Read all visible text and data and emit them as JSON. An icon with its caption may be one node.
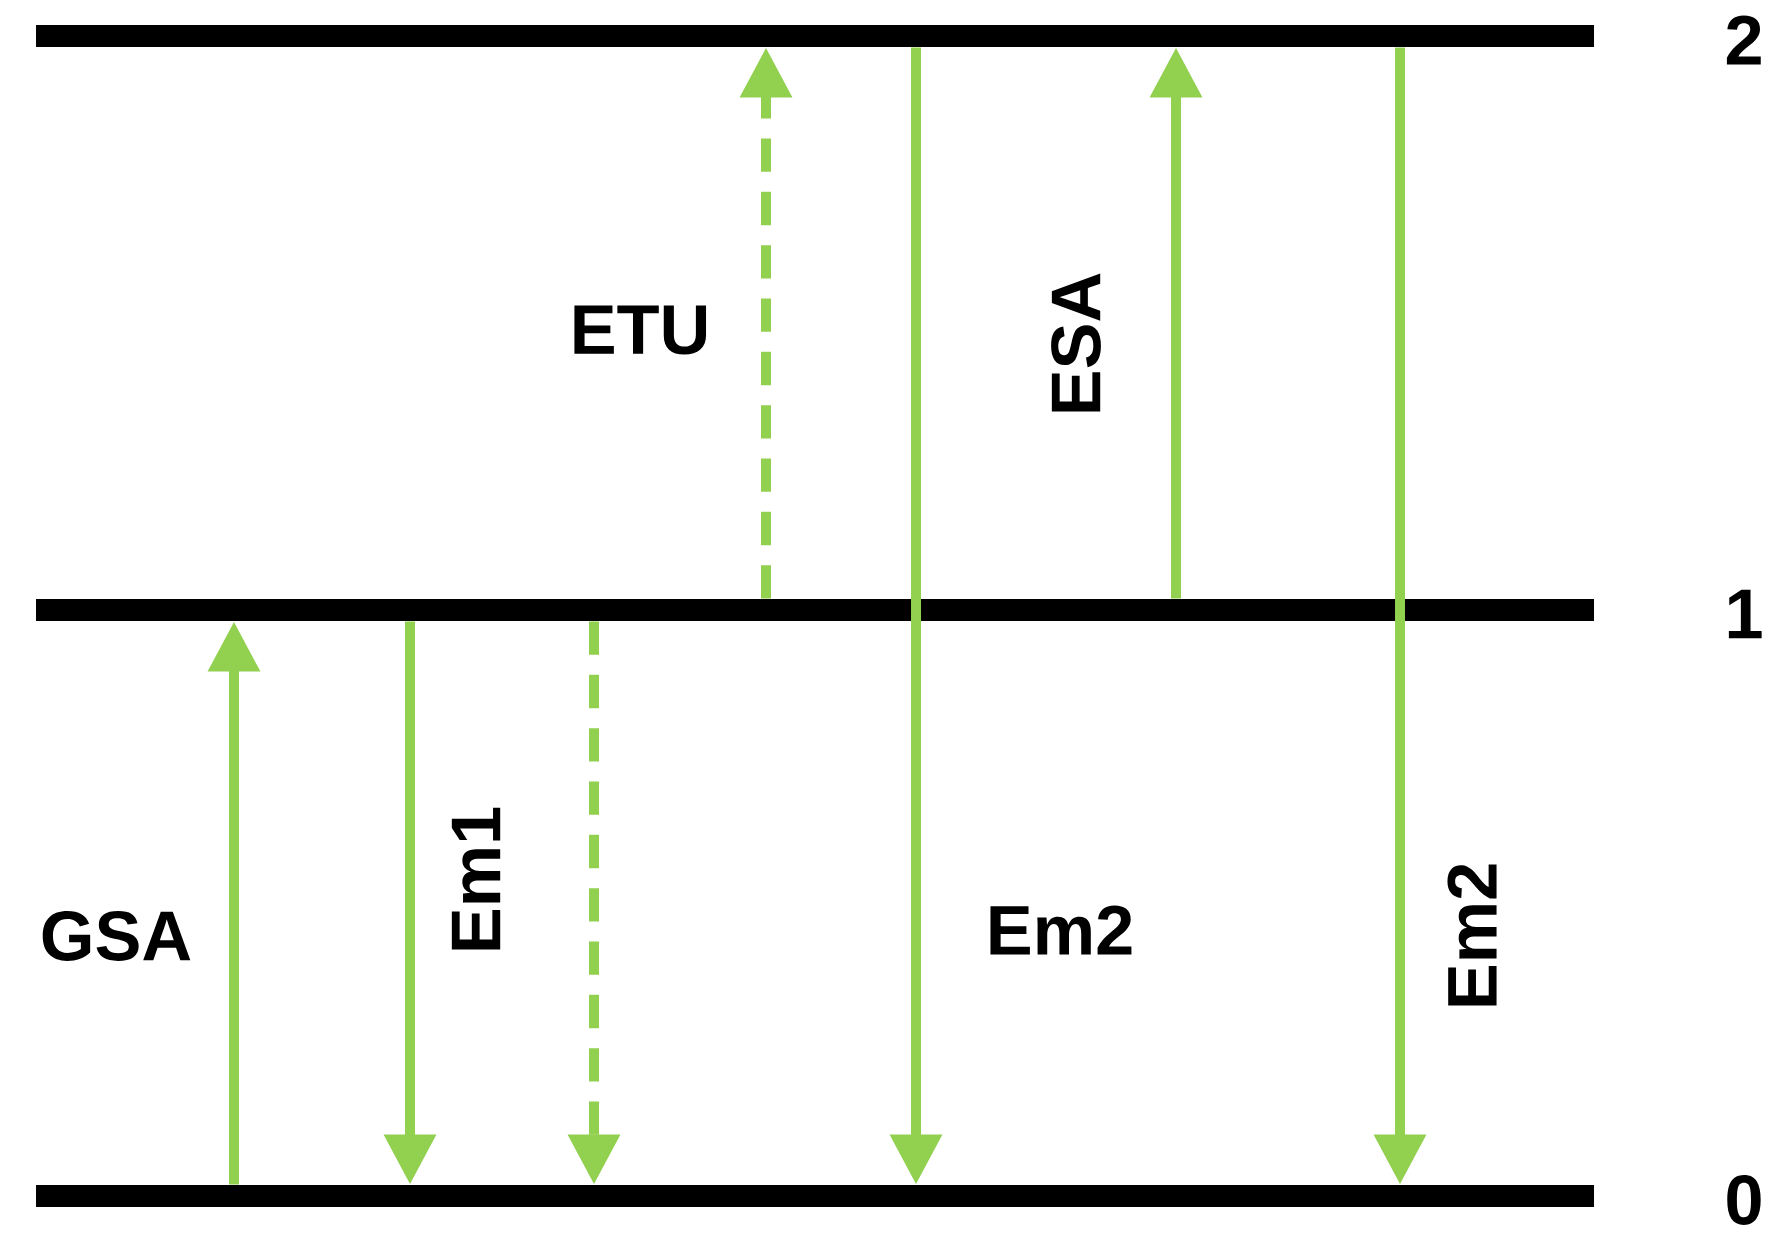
{
  "diagram": {
    "nodes": [
      {
        "text": [],
        "shape": "bar",
        "beside": [
          "2"
        ]
      },
      {
        "text": [],
        "shape": "bar",
        "beside": [
          "1"
        ]
      },
      {
        "text": [],
        "shape": "bar",
        "beside": [
          "0"
        ]
      }
    ],
    "edges": [
      {
        "from": 2,
        "to": 1,
        "arrow": "to",
        "label": "GSA"
      },
      {
        "from": 1,
        "to": 2,
        "arrow": "to",
        "label": "Em1"
      },
      {
        "from": 1,
        "to": 2,
        "arrow": "to",
        "style": "dashed"
      },
      {
        "from": 1,
        "to": 0,
        "arrow": "to",
        "style": "dashed",
        "label": "ETU"
      },
      {
        "from": 0,
        "to": 2,
        "arrow": "to",
        "label": "Em2"
      },
      {
        "from": 1,
        "to": 0,
        "arrow": "to",
        "label": "ESA"
      },
      {
        "from": 0,
        "to": 2,
        "arrow": "to",
        "label": "Em2"
      }
    ]
  }
}
